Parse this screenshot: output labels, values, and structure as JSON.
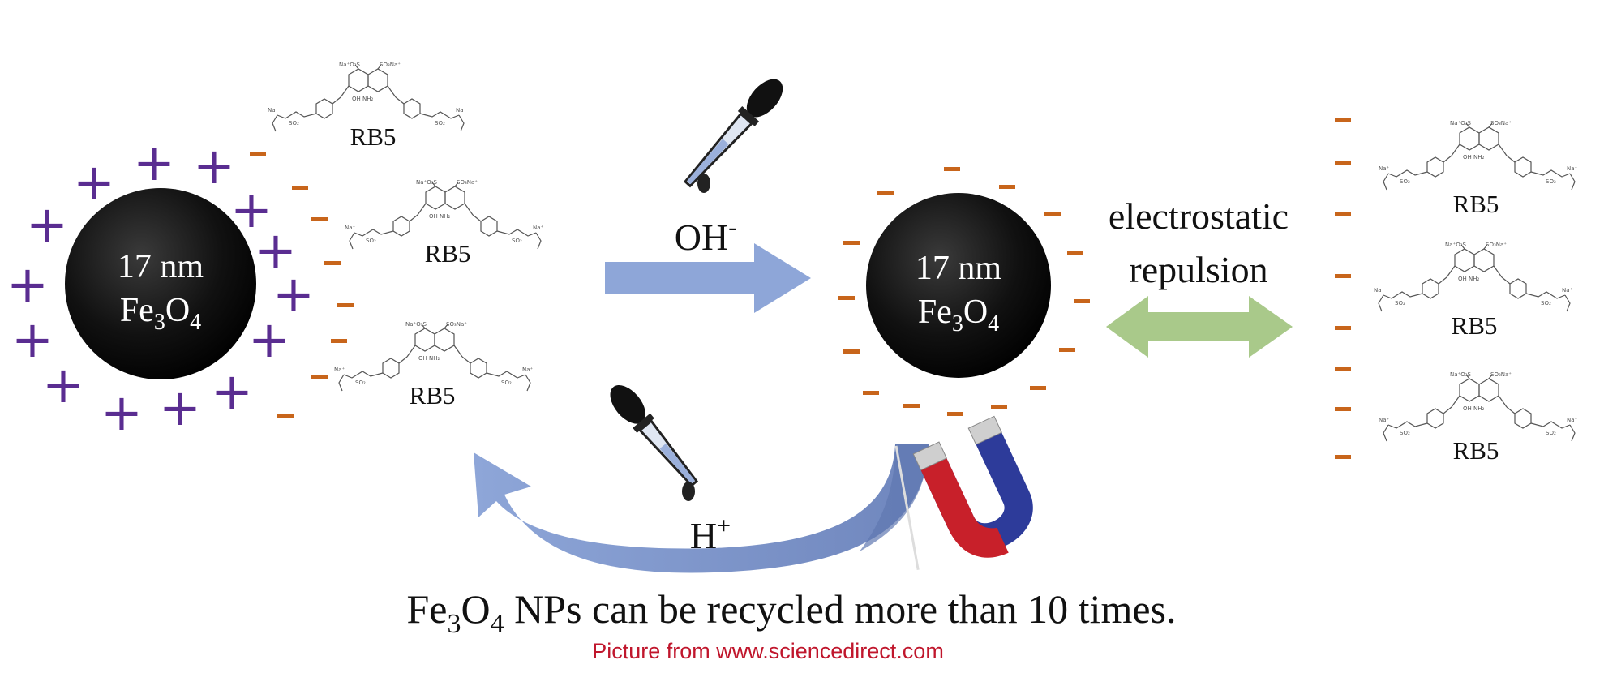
{
  "left_particle": {
    "size": "17 nm",
    "material_main": "Fe",
    "material_sub1": "3",
    "material_mid": "O",
    "material_sub2": "4"
  },
  "right_particle": {
    "size": "17 nm",
    "material_main": "Fe",
    "material_sub1": "3",
    "material_mid": "O",
    "material_sub2": "4"
  },
  "dye_label": "RB5",
  "dye_labels": [
    "RB5",
    "RB5",
    "RB5",
    "RB5",
    "RB5",
    "RB5"
  ],
  "reagents": {
    "base_main": "OH",
    "base_sup": "-",
    "acid_main": "H",
    "acid_sup": "+"
  },
  "repulsion": {
    "line1": "electrostatic",
    "line2": "repulsion"
  },
  "caption": {
    "pre": "Fe",
    "sub1": "3",
    "mid": "O",
    "sub2": "4",
    "post": " NPs can be recycled more than 10 times."
  },
  "credit": "Picture from www.sciencedirect.com",
  "colors": {
    "particle": "#111111",
    "plus_charge": "#5a2d91",
    "minus_charge": "#c8651b",
    "forward_arrow": "#8ea6d8",
    "recycle_arrow": "#8ea6d8",
    "repulsion_arrow": "#a9c98a",
    "magnet_red": "#c8202a",
    "magnet_blue": "#2d3b9a",
    "credit": "#c0162c"
  },
  "icons": [
    "dropper-icon",
    "magnet-icon"
  ]
}
